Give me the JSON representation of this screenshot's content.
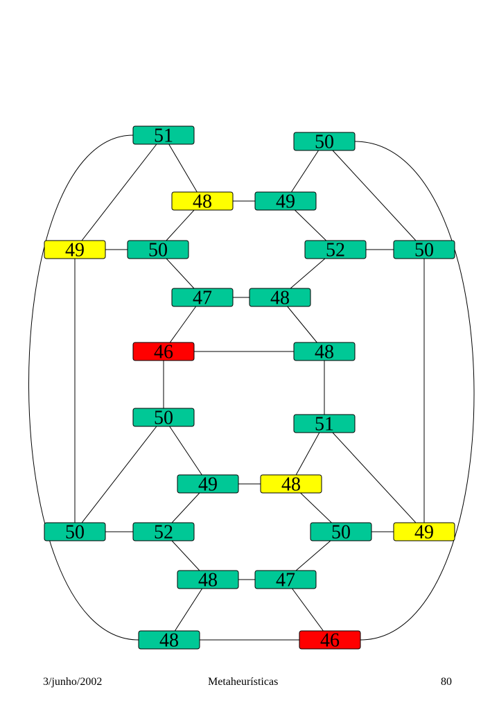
{
  "colors": {
    "green": "#00c896",
    "yellow": "#ffff00",
    "red": "#ff0000"
  },
  "nodes": [
    {
      "id": "n1",
      "label": "51",
      "color": "green"
    },
    {
      "id": "n2",
      "label": "50",
      "color": "green"
    },
    {
      "id": "n3",
      "label": "48",
      "color": "yellow"
    },
    {
      "id": "n4",
      "label": "49",
      "color": "green"
    },
    {
      "id": "n5",
      "label": "49",
      "color": "yellow"
    },
    {
      "id": "n6",
      "label": "50",
      "color": "green"
    },
    {
      "id": "n7",
      "label": "52",
      "color": "green"
    },
    {
      "id": "n8",
      "label": "50",
      "color": "green"
    },
    {
      "id": "n9",
      "label": "47",
      "color": "green"
    },
    {
      "id": "n10",
      "label": "48",
      "color": "green"
    },
    {
      "id": "n11",
      "label": "46",
      "color": "red"
    },
    {
      "id": "n12",
      "label": "48",
      "color": "green"
    },
    {
      "id": "n13",
      "label": "50",
      "color": "green"
    },
    {
      "id": "n14",
      "label": "51",
      "color": "green"
    },
    {
      "id": "n15",
      "label": "49",
      "color": "green"
    },
    {
      "id": "n16",
      "label": "48",
      "color": "yellow"
    },
    {
      "id": "n17",
      "label": "50",
      "color": "green"
    },
    {
      "id": "n18",
      "label": "52",
      "color": "green"
    },
    {
      "id": "n19",
      "label": "50",
      "color": "green"
    },
    {
      "id": "n20",
      "label": "49",
      "color": "yellow"
    },
    {
      "id": "n21",
      "label": "48",
      "color": "green"
    },
    {
      "id": "n22",
      "label": "47",
      "color": "green"
    },
    {
      "id": "n23",
      "label": "48",
      "color": "green"
    },
    {
      "id": "n24",
      "label": "46",
      "color": "red"
    }
  ],
  "edges": [
    [
      "n1",
      "n3"
    ],
    [
      "n1",
      "n5"
    ],
    [
      "n2",
      "n4"
    ],
    [
      "n2",
      "n8"
    ],
    [
      "n3",
      "n4"
    ],
    [
      "n3",
      "n6"
    ],
    [
      "n5",
      "n6"
    ],
    [
      "n5",
      "n17"
    ],
    [
      "n6",
      "n9"
    ],
    [
      "n4",
      "n7"
    ],
    [
      "n7",
      "n8"
    ],
    [
      "n7",
      "n10"
    ],
    [
      "n9",
      "n10"
    ],
    [
      "n9",
      "n11"
    ],
    [
      "n10",
      "n12"
    ],
    [
      "n11",
      "n12"
    ],
    [
      "n11",
      "n13"
    ],
    [
      "n12",
      "n14"
    ],
    [
      "n13",
      "n15"
    ],
    [
      "n13",
      "n17"
    ],
    [
      "n14",
      "n16"
    ],
    [
      "n14",
      "n20"
    ],
    [
      "n8",
      "n20"
    ],
    [
      "n15",
      "n16"
    ],
    [
      "n15",
      "n18"
    ],
    [
      "n16",
      "n19"
    ],
    [
      "n17",
      "n18"
    ],
    [
      "n19",
      "n20"
    ],
    [
      "n18",
      "n21"
    ],
    [
      "n19",
      "n22"
    ],
    [
      "n21",
      "n22"
    ],
    [
      "n21",
      "n23"
    ],
    [
      "n22",
      "n24"
    ],
    [
      "n23",
      "n24"
    ]
  ],
  "curved_edges": [
    [
      "n1",
      "n23"
    ],
    [
      "n2",
      "n24"
    ]
  ],
  "footer": {
    "date": "3/junho/2002",
    "title": "Metaheurísticas",
    "page": "80"
  }
}
